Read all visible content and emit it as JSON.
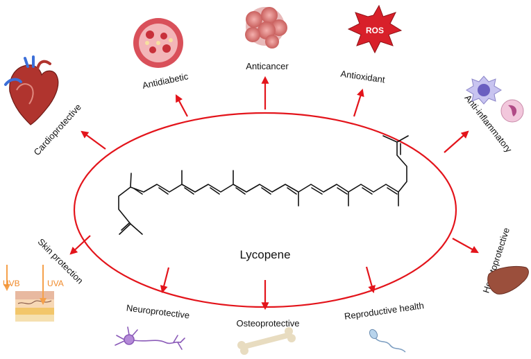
{
  "center": {
    "label": "Lycopene"
  },
  "colors": {
    "arrow": "#e3141b",
    "ellipse": "#e3141b",
    "uv": "#f5a04a",
    "ros": "#d8202a"
  },
  "effects": [
    {
      "id": "cardio",
      "label": "Cardioprotective",
      "icon": "heart-icon"
    },
    {
      "id": "diabetic",
      "label": "Antidiabetic",
      "icon": "blood-vessel-icon"
    },
    {
      "id": "cancer",
      "label": "Anticancer",
      "icon": "tumor-cell-icon"
    },
    {
      "id": "oxidant",
      "label": "Antioxidant",
      "icon": "ros-burst-icon"
    },
    {
      "id": "inflam",
      "label": "Anti-inflammatory",
      "icon": "immune-cells-icon"
    },
    {
      "id": "skin",
      "label": "Skin protection",
      "icon": "skin-layers-icon"
    },
    {
      "id": "neuro",
      "label": "Neuroprotective",
      "icon": "neuron-icon"
    },
    {
      "id": "osteo",
      "label": "Osteoprotective",
      "icon": "bone-icon"
    },
    {
      "id": "repro",
      "label": "Reproductive health",
      "icon": "sperm-icon"
    },
    {
      "id": "hepato",
      "label": "Hepatoprotective",
      "icon": "liver-icon"
    }
  ],
  "icon_text": {
    "ros": "ROS",
    "uvb": "UVB",
    "uva": "UVA"
  }
}
